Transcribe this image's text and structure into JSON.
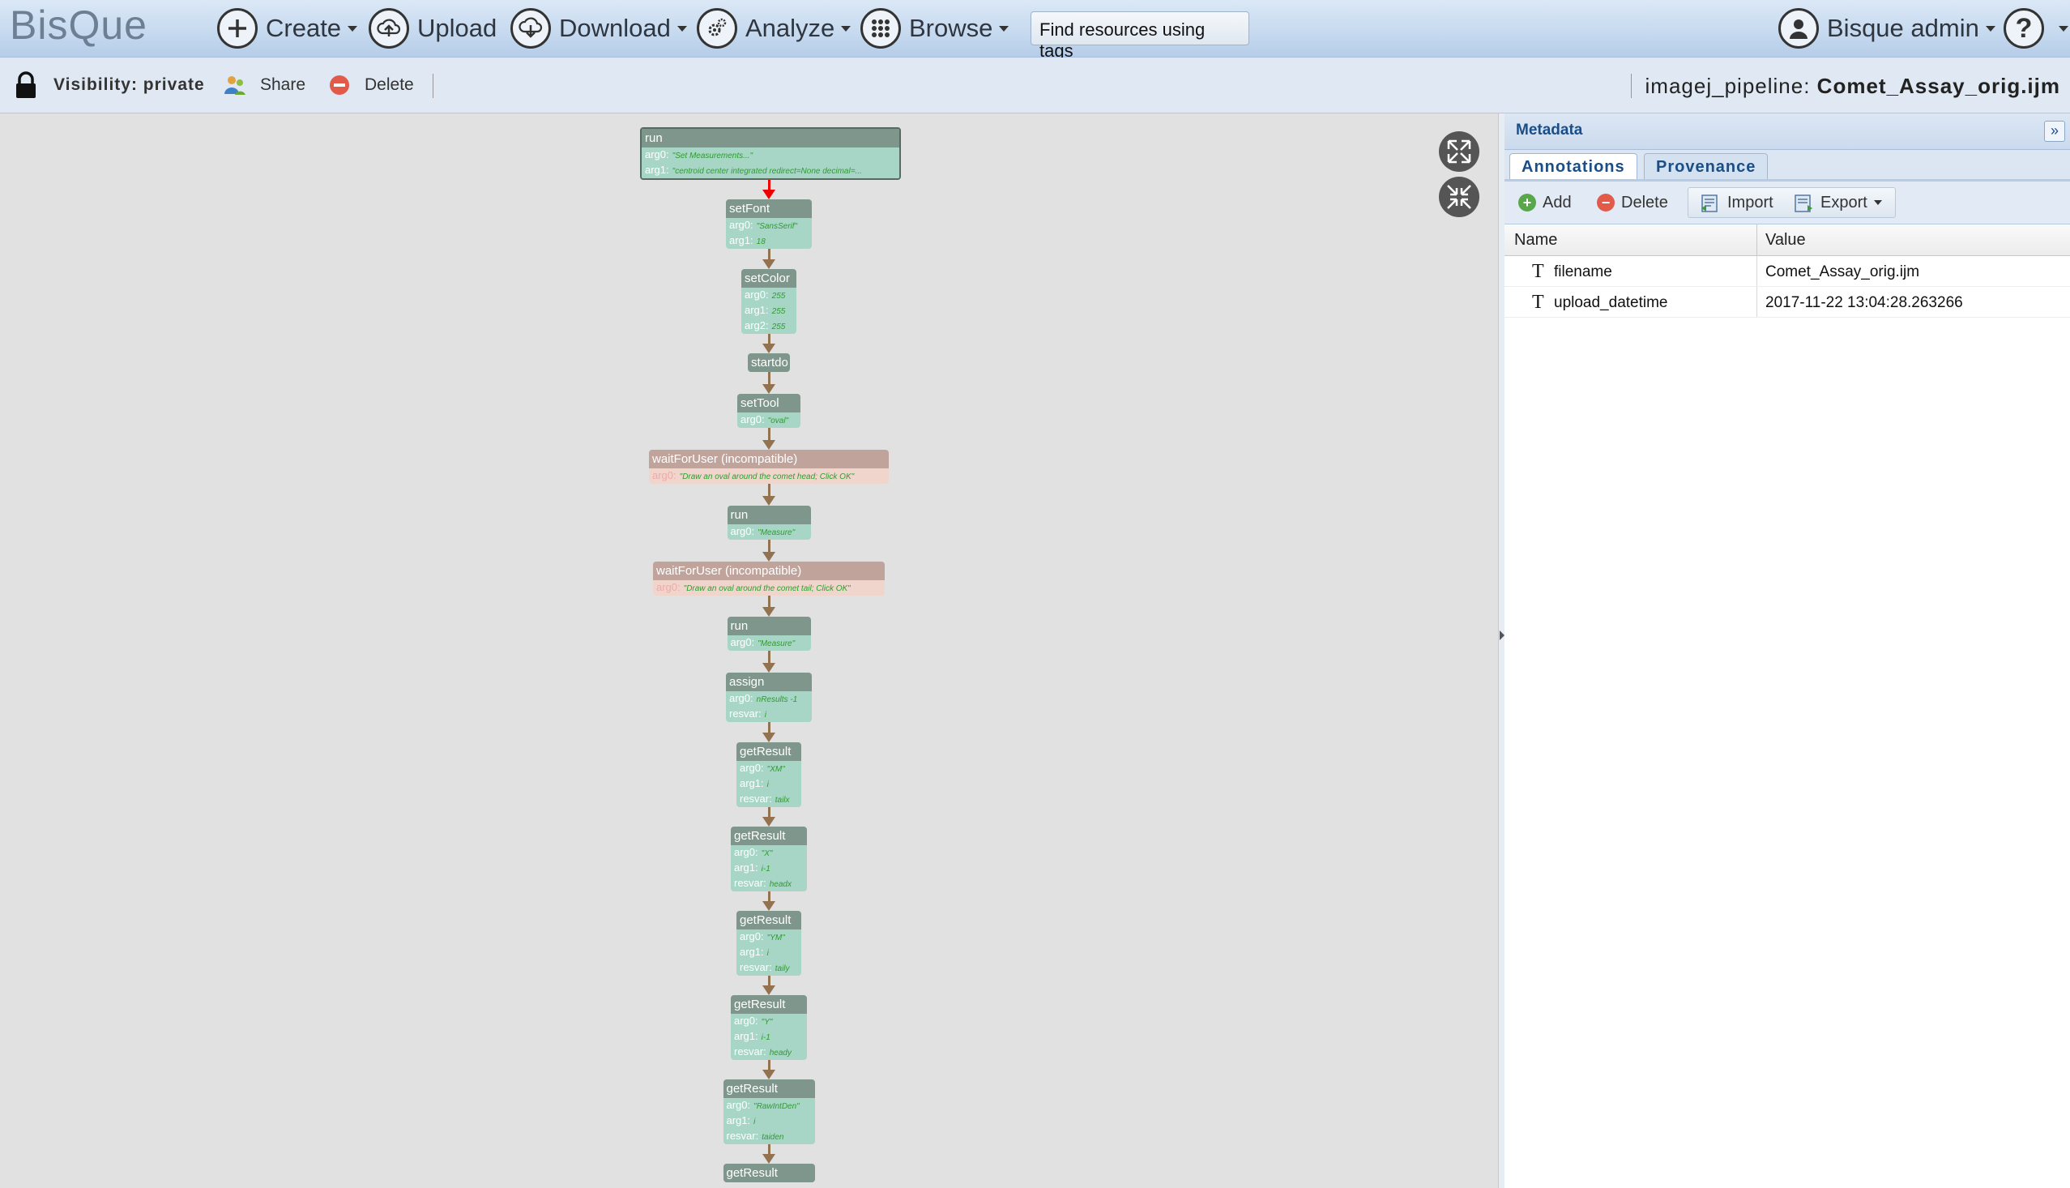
{
  "app": {
    "logo": "BisQue"
  },
  "nav": {
    "create": "Create",
    "upload": "Upload",
    "download": "Download",
    "analyze": "Analyze",
    "browse": "Browse",
    "search_placeholder": "Find resources using tags",
    "user": "Bisque admin"
  },
  "toolbar": {
    "visibility": "Visibility: private",
    "share": "Share",
    "delete": "Delete",
    "resource_type": "imagej_pipeline:",
    "resource_name": "Comet_Assay_orig.ijm"
  },
  "pipeline": {
    "nodes": [
      {
        "title": "run",
        "args": [
          [
            "arg0:",
            "\"Set Measurements...\""
          ],
          [
            "arg1:",
            "\"centroid center integrated redirect=None decimal=..."
          ]
        ]
      },
      {
        "title": "setFont",
        "args": [
          [
            "arg0:",
            "\"SansSerif\""
          ],
          [
            "arg1:",
            "18"
          ]
        ]
      },
      {
        "title": "setColor",
        "args": [
          [
            "arg0:",
            "255"
          ],
          [
            "arg1:",
            "255"
          ],
          [
            "arg2:",
            "255"
          ]
        ]
      },
      {
        "title": "startdo",
        "args": []
      },
      {
        "title": "setTool",
        "args": [
          [
            "arg0:",
            "\"oval\""
          ]
        ]
      },
      {
        "title": "waitForUser (incompatible)",
        "args": [
          [
            "arg0:",
            "\"Draw an oval around the comet head; Click OK\""
          ]
        ]
      },
      {
        "title": "run",
        "args": [
          [
            "arg0:",
            "\"Measure\""
          ]
        ]
      },
      {
        "title": "waitForUser (incompatible)",
        "args": [
          [
            "arg0:",
            "\"Draw an oval around the comet tail; Click OK\""
          ]
        ]
      },
      {
        "title": "run",
        "args": [
          [
            "arg0:",
            "\"Measure\""
          ]
        ]
      },
      {
        "title": "assign",
        "args": [
          [
            "arg0:",
            "nResults -1"
          ],
          [
            "resvar:",
            "i"
          ]
        ]
      },
      {
        "title": "getResult",
        "args": [
          [
            "arg0:",
            "\"XM\""
          ],
          [
            "arg1:",
            "i"
          ],
          [
            "resvar:",
            "tailx"
          ]
        ]
      },
      {
        "title": "getResult",
        "args": [
          [
            "arg0:",
            "\"X\""
          ],
          [
            "arg1:",
            "i-1"
          ],
          [
            "resvar:",
            "headx"
          ]
        ]
      },
      {
        "title": "getResult",
        "args": [
          [
            "arg0:",
            "\"YM\""
          ],
          [
            "arg1:",
            "i"
          ],
          [
            "resvar:",
            "taily"
          ]
        ]
      },
      {
        "title": "getResult",
        "args": [
          [
            "arg0:",
            "\"Y\""
          ],
          [
            "arg1:",
            "i-1"
          ],
          [
            "resvar:",
            "heady"
          ]
        ]
      },
      {
        "title": "getResult",
        "args": [
          [
            "arg0:",
            "\"RawIntDen\""
          ],
          [
            "arg1:",
            "i"
          ],
          [
            "resvar:",
            "taiden"
          ]
        ]
      },
      {
        "title": "getResult",
        "args": []
      }
    ]
  },
  "metadata": {
    "title": "Metadata",
    "tabs": [
      "Annotations",
      "Provenance"
    ],
    "tools": {
      "add": "Add",
      "delete": "Delete",
      "import": "Import",
      "export": "Export"
    },
    "columns": [
      "Name",
      "Value"
    ],
    "rows": [
      {
        "type": "T",
        "name": "filename",
        "value": "Comet_Assay_orig.ijm"
      },
      {
        "type": "T",
        "name": "upload_datetime",
        "value": "2017-11-22 13:04:28.263266"
      }
    ]
  }
}
